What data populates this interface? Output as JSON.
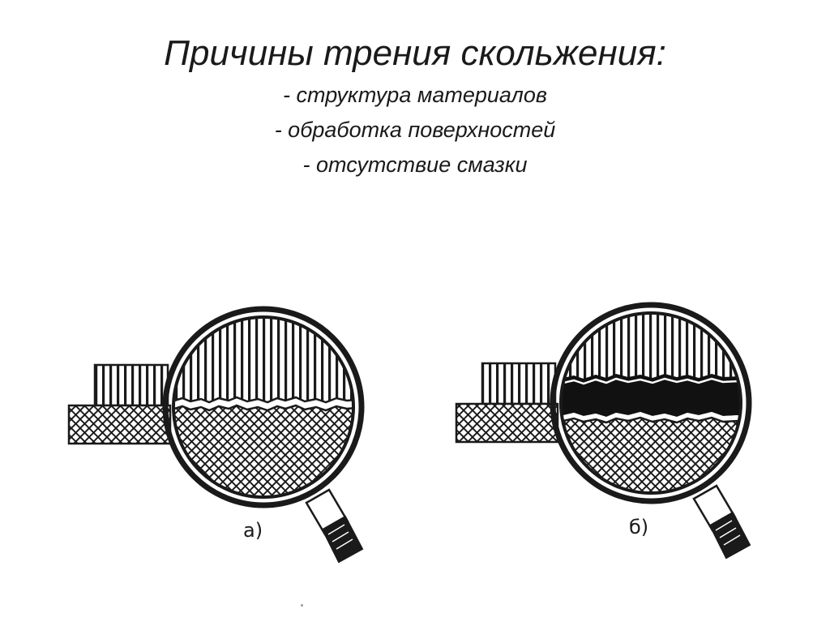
{
  "slide": {
    "title": "Причины трения скольжения:",
    "causes": [
      "- структура материалов",
      "- обработка поверхностей",
      "- отсутствие смазки"
    ]
  },
  "figures": [
    {
      "caption": "а)",
      "depicts": "magnified contact of two rough surfaces without lubricant"
    },
    {
      "caption": "б)",
      "depicts": "magnified contact of two surfaces separated by a lubricant layer"
    }
  ]
}
